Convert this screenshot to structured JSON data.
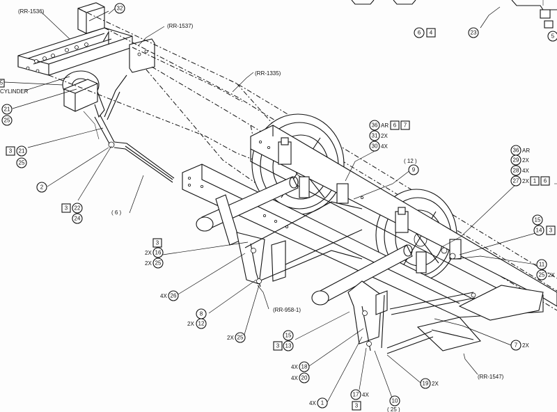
{
  "refs": {
    "rr1536": "(RR-1536)",
    "rr1537": "(RR-1537)",
    "rr1335": "(RR-1335)",
    "rr958": "(RR-958-1)",
    "rr1547": "(RR-1547)",
    "cylinder": "CYLINDER",
    "p12": "( 12 )",
    "p6": "( 6 )",
    "p25": "( 25 )"
  },
  "callouts": {
    "c32": "32",
    "c6": "6",
    "b4": "4",
    "c23": "23",
    "c5": "5",
    "b5l": "5",
    "c21a": "21",
    "c25a": "25",
    "b3a": "3",
    "c21b": "21",
    "c25b": "25",
    "c2": "2",
    "b3b": "3",
    "c22": "22",
    "c24": "24",
    "c36a": "36",
    "t_ar_a": "AR",
    "b6a": "6",
    "b7": "7",
    "c31": "31",
    "t2x_31": "2X",
    "c30": "30",
    "t4x_30": "4X",
    "c9": "9",
    "c36b": "36",
    "t_ar_b": "AR",
    "c29": "29",
    "t2x_29": "2X",
    "c28": "28",
    "t4x_28": "4X",
    "c27": "27",
    "t2x_27": "2X",
    "b1": "1",
    "b6b": "6",
    "c15a": "15",
    "c14": "14",
    "b3c": "3",
    "c11": "11",
    "c25c": "25",
    "t2x_25c": "2X",
    "b3d": "3",
    "t2x_16": "2X",
    "c16": "16",
    "t2x_25d": "2X",
    "c25d": "25",
    "t4x_26": "4X",
    "c26": "26",
    "c8": "8",
    "t2x_12": "2X",
    "c12": "12",
    "t2x_25e": "2X",
    "c25e": "25",
    "c15b": "15",
    "b3e": "3",
    "c13": "13",
    "t4x_18": "4X",
    "c18": "18",
    "t4x_20": "4X",
    "c20": "20",
    "t4x_1": "4X",
    "c1": "1",
    "c17": "17",
    "t4x_17": "4X",
    "b3f": "3",
    "c10": "10",
    "c19": "19",
    "t2x_19": "2X",
    "c7": "7",
    "t2x_7": "2X"
  }
}
